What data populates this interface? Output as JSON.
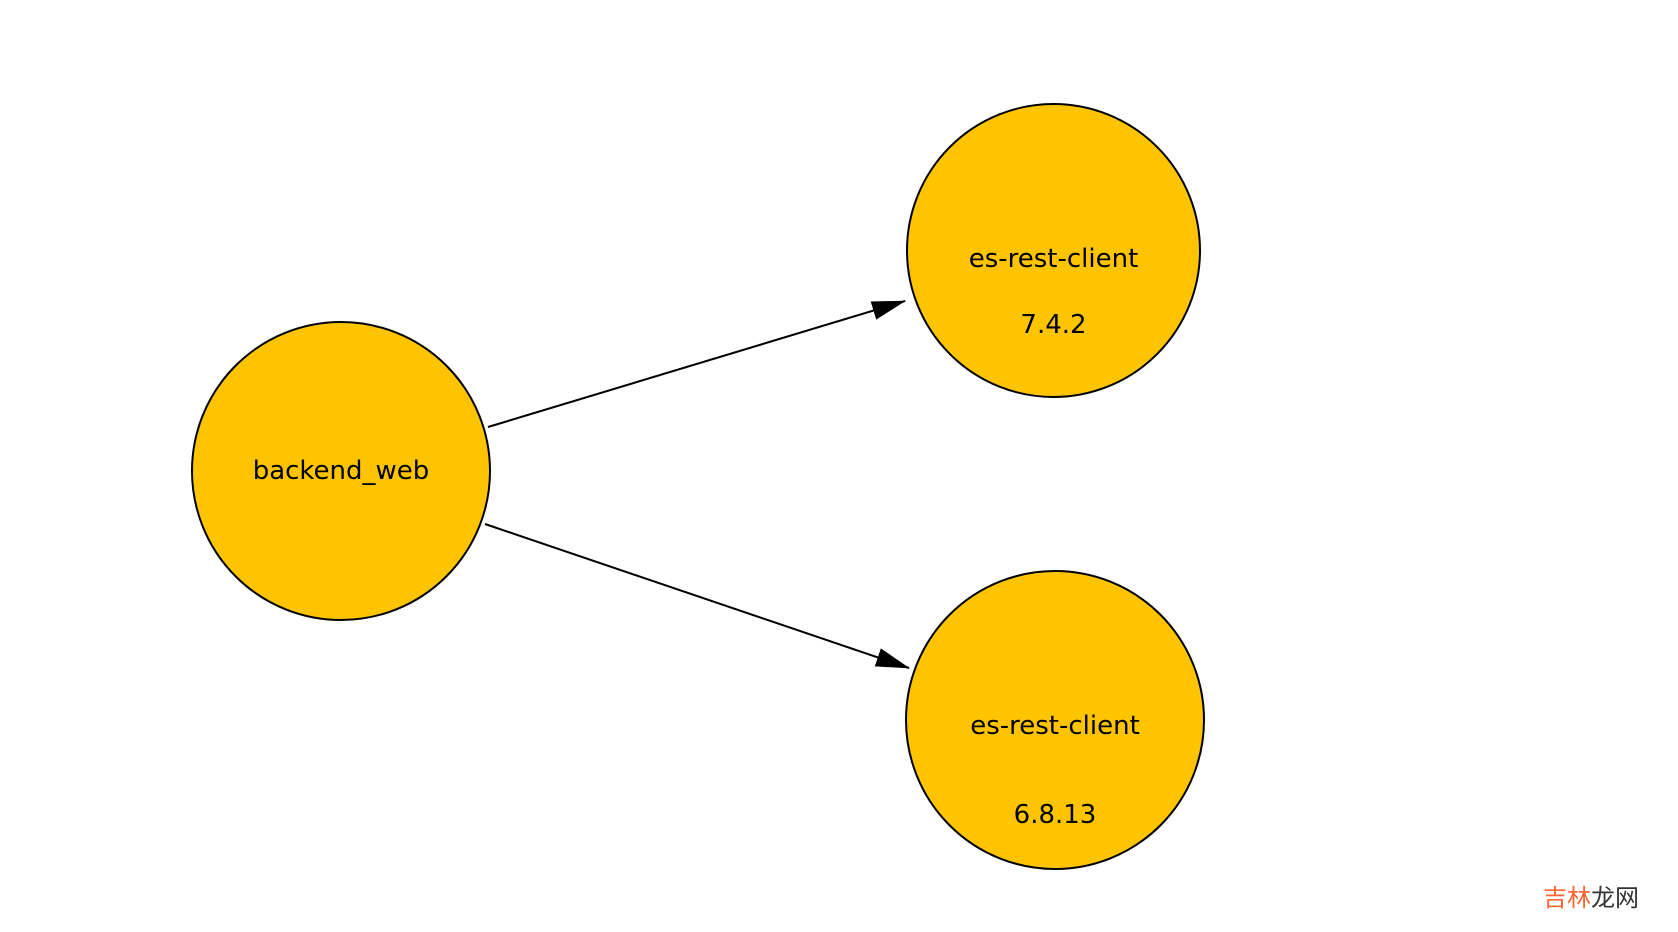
{
  "diagram": {
    "type": "dependency-graph",
    "background_color": "#ffffff",
    "node_fill_color": "#FFC400",
    "node_stroke_color": "#000000",
    "edge_color": "#000000",
    "label_color": "#000000",
    "nodes": [
      {
        "id": "backend_web",
        "label": "backend_web",
        "version": ""
      },
      {
        "id": "es-rest-client-7",
        "label": "es-rest-client",
        "version": "7.4.2"
      },
      {
        "id": "es-rest-client-6",
        "label": "es-rest-client",
        "version": "6.8.13"
      }
    ],
    "edges": [
      {
        "from": "backend_web",
        "to": "es-rest-client-7"
      },
      {
        "from": "backend_web",
        "to": "es-rest-client-6"
      }
    ]
  },
  "watermark": {
    "text": "吉林龙网",
    "part1": "吉林",
    "part2": "龙网",
    "part1_color": "#FF6633",
    "part2_color": "#333333"
  }
}
